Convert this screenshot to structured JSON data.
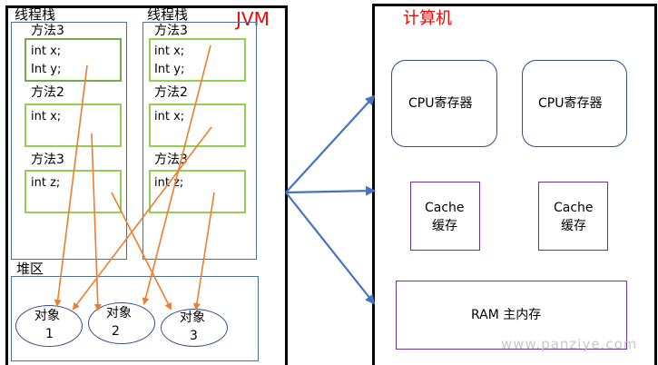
{
  "jvm": {
    "label": "JVM",
    "thread_stacks": [
      {
        "title": "线程栈",
        "frames": [
          {
            "name": "方法3",
            "vars": [
              "int x;",
              "Int y;"
            ]
          },
          {
            "name": "方法2",
            "vars": [
              "int x;"
            ]
          },
          {
            "name": "方法3",
            "vars": [
              "int z;"
            ]
          }
        ]
      },
      {
        "title": "线程栈",
        "frames": [
          {
            "name": "方法3",
            "vars": [
              "int x;",
              "Int y;"
            ]
          },
          {
            "name": "方法2",
            "vars": [
              "int x;"
            ]
          },
          {
            "name": "方法3",
            "vars": [
              "int z;"
            ]
          }
        ]
      }
    ],
    "heap": {
      "title": "堆区",
      "objects": [
        {
          "name": "对象",
          "index": "1"
        },
        {
          "name": "对象",
          "index": "2"
        },
        {
          "name": "对象",
          "index": "3"
        }
      ]
    }
  },
  "computer": {
    "label": "计算机",
    "registers": [
      "CPU寄存器",
      "CPU寄存器"
    ],
    "caches": [
      {
        "line1": "Cache",
        "line2": "缓存"
      },
      {
        "line1": "Cache",
        "line2": "缓存"
      }
    ],
    "ram": "RAM 主内存"
  },
  "watermark": "www.panziye.com",
  "colors": {
    "reference_arrow": "#ed7d31",
    "mapping_arrow": "#4472c4",
    "stack_border": "#4a6fa5",
    "frame_border": "#92d050",
    "frame_border_dark": "#70ad47",
    "memory_border": "#7030a0",
    "register_border": "#2f4e8c",
    "label_red": "#ff0000"
  }
}
